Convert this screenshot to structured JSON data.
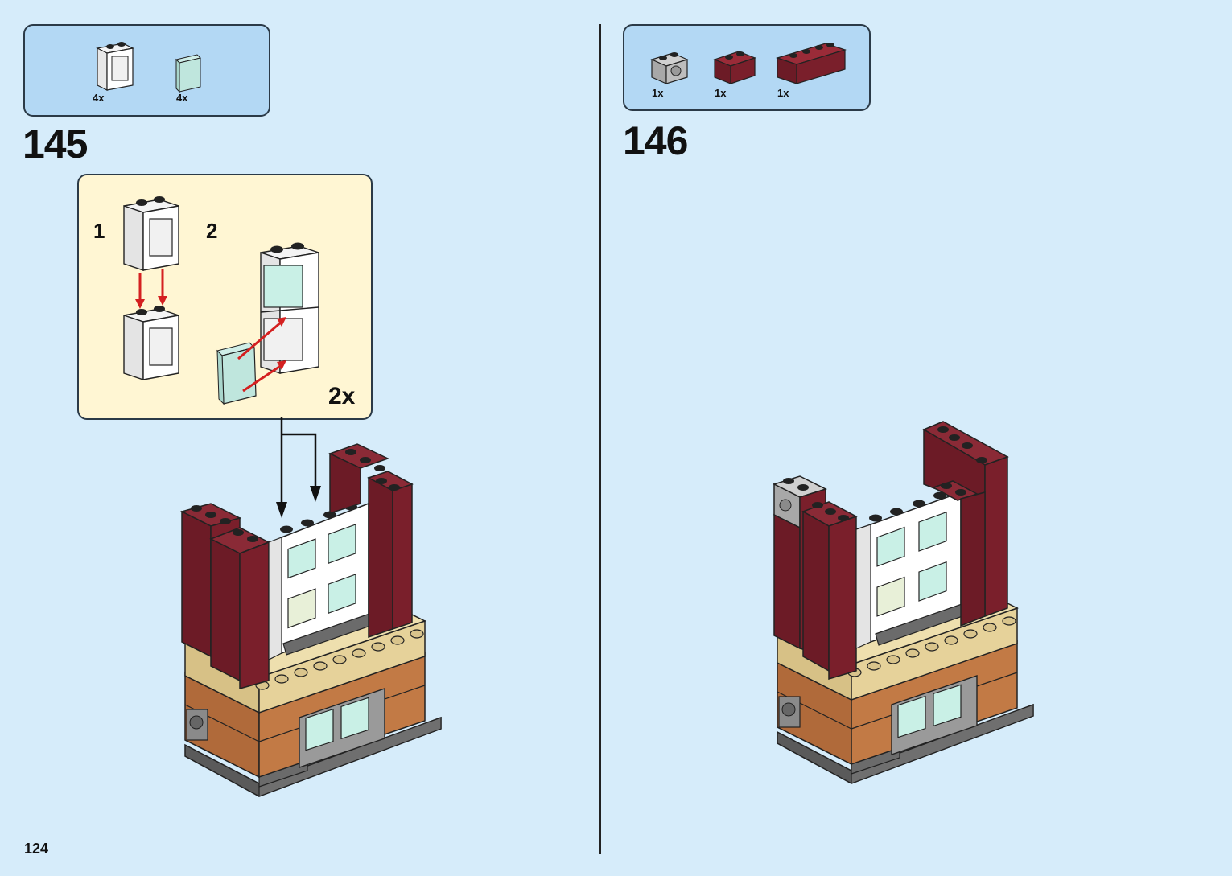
{
  "page_number": "124",
  "steps": [
    {
      "number": "145",
      "parts": [
        {
          "icon": "white-window-frame-icon",
          "quantity": "4x"
        },
        {
          "icon": "trans-clear-glass-pane-icon",
          "quantity": "4x"
        }
      ],
      "substeps": {
        "labels": [
          "1",
          "2"
        ],
        "multiplier": "2x"
      }
    },
    {
      "number": "146",
      "parts": [
        {
          "icon": "light-gray-technic-brick-icon",
          "quantity": "1x"
        },
        {
          "icon": "dark-red-brick-1x2-icon",
          "quantity": "1x"
        },
        {
          "icon": "dark-red-brick-1x4-icon",
          "quantity": "1x"
        }
      ]
    }
  ],
  "colors": {
    "page_background": "#d6ecfa",
    "parts_box": "#b3d8f4",
    "substep_box": "#fff6d3",
    "dark_red": "#7a1f2b",
    "tan": "#e6d29a",
    "medium_nougat": "#c27a45",
    "dark_gray": "#6b6b6b",
    "arrow_red": "#d42020"
  }
}
